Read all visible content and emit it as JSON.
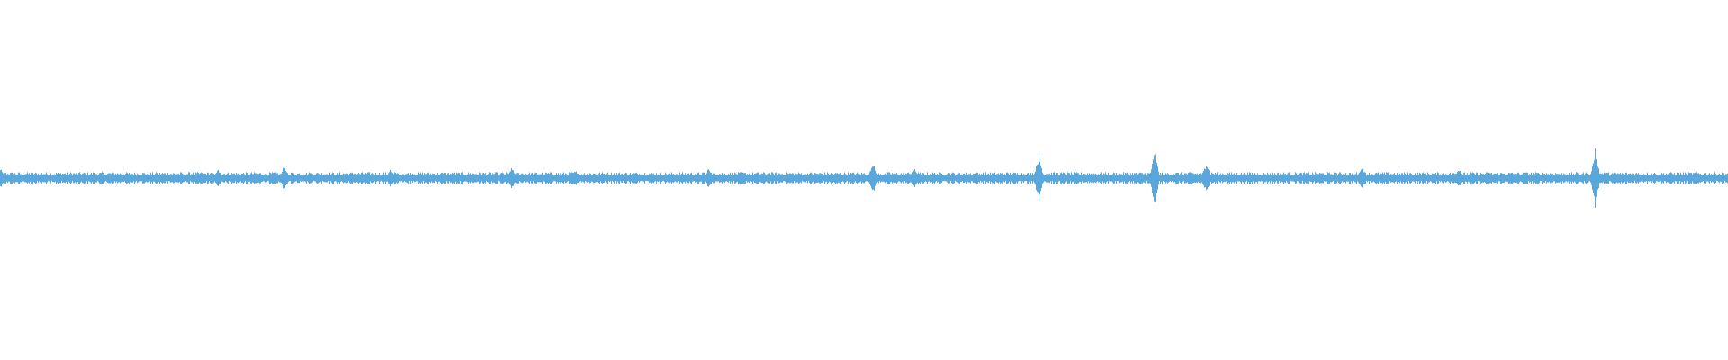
{
  "waveform": {
    "color": "#5aa7dc",
    "background": "#ffffff",
    "baseline_amplitude": 0.012,
    "peaks": [
      {
        "at": 0.0,
        "amplitude": 0.028
      },
      {
        "at": 0.126,
        "amplitude": 0.025
      },
      {
        "at": 0.164,
        "amplitude": 0.035
      },
      {
        "at": 0.226,
        "amplitude": 0.028
      },
      {
        "at": 0.296,
        "amplitude": 0.03
      },
      {
        "at": 0.333,
        "amplitude": 0.025
      },
      {
        "at": 0.41,
        "amplitude": 0.03
      },
      {
        "at": 0.505,
        "amplitude": 0.045
      },
      {
        "at": 0.529,
        "amplitude": 0.028
      },
      {
        "at": 0.601,
        "amplitude": 0.065
      },
      {
        "at": 0.668,
        "amplitude": 0.075
      },
      {
        "at": 0.698,
        "amplitude": 0.045
      },
      {
        "at": 0.788,
        "amplitude": 0.035
      },
      {
        "at": 0.844,
        "amplitude": 0.03
      },
      {
        "at": 0.923,
        "amplitude": 0.085
      }
    ]
  }
}
